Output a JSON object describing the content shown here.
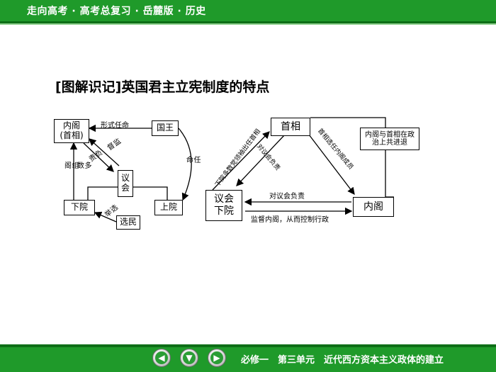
{
  "header": {
    "title": "走向高考 · 高考总复习 · 岳麓版 · 历史"
  },
  "heading": "[图解识记]英国君主立宪制度的特点",
  "left": {
    "cabinet": "内阁\n(首相)",
    "king": "国王",
    "parliament": "议\n会",
    "lower": "下院",
    "upper": "上院",
    "voters": "选民",
    "formal_appoint": "形式任命",
    "appoint": "任命",
    "majority_form": "多数",
    "form_cabinet": "组阁",
    "responsible": "负责",
    "supervise": "监督",
    "elect": "选举"
  },
  "right": {
    "pm": "首相",
    "parliament_lower": "议会\n下院",
    "cabinet": "内阁",
    "note": "内阁与首相在政治上共进退",
    "lower_majority": "下院多数党领袖出任首相",
    "responsible_parl": "对议会负责",
    "pm_chooses": "首相选任内阁成员",
    "resp_parl2": "对议会负责",
    "supervise": "监督内阁，从而控制行政"
  },
  "footer": {
    "text": "必修一　第三单元　近代西方资本主义政体的建立",
    "prev_icon": "arrow-left-icon",
    "home_icon": "arrow-down-icon",
    "next_icon": "arrow-right-icon"
  },
  "colors": {
    "bar": "#1f9a2a",
    "bar_dark": "#0e6e17"
  }
}
